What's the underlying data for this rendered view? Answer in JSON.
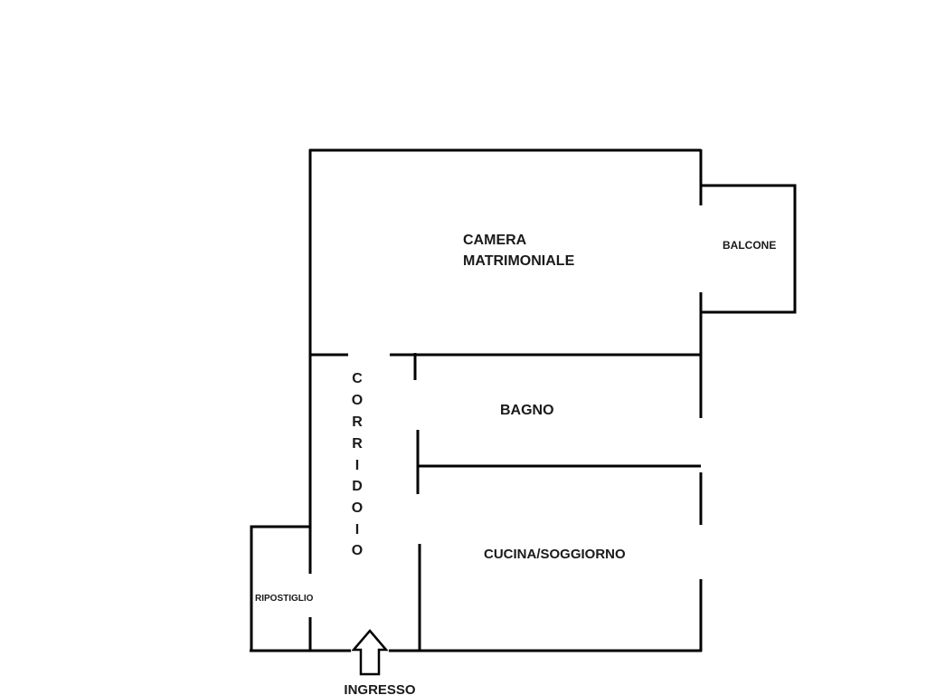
{
  "rooms": {
    "camera_line1": "CAMERA",
    "camera_line2": "MATRIMONIALE",
    "balcone": "BALCONE",
    "bagno": "BAGNO",
    "cucina": "CUCINA/SOGGIORNO",
    "ripostiglio": "RIPOSTIGLIO",
    "corridoio": [
      "C",
      "O",
      "R",
      "R",
      "I",
      "D",
      "O",
      "I",
      "O"
    ]
  },
  "entrance": {
    "label": "INGRESSO",
    "icon": "arrow-up-icon"
  }
}
